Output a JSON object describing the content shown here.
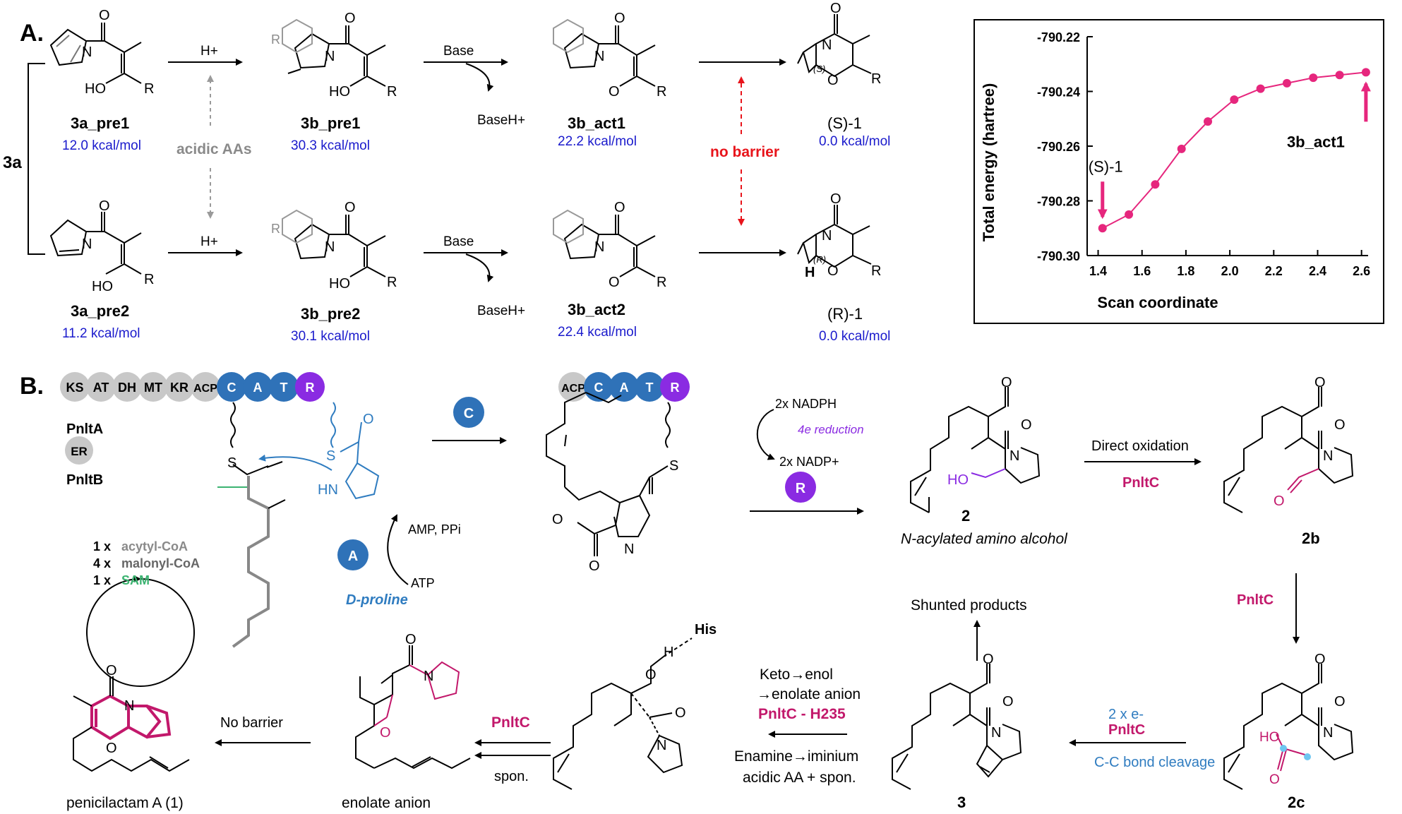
{
  "panelA": {
    "label": "A.",
    "branch_label": "3a",
    "acid_note": "acidic  AAs",
    "no_barrier": "no barrier",
    "h_plus": "H+",
    "base": "Base",
    "base_h": "BaseH+",
    "top": {
      "pre1_name": "3a_pre1",
      "pre1_energy": "12.0 kcal/mol",
      "pre1b_name": "3b_pre1",
      "pre1b_energy": "30.3 kcal/mol",
      "act_name": "3b_act1",
      "act_energy": "22.2 kcal/mol",
      "prod_name": "(S)-1",
      "prod_energy": "0.0 kcal/mol",
      "stereo": "(S)"
    },
    "bottom": {
      "pre2_name": "3a_pre2",
      "pre2_energy": "11.2 kcal/mol",
      "pre2b_name": "3b_pre2",
      "pre2b_energy": "30.1 kcal/mol",
      "act_name": "3b_act2",
      "act_energy": "22.4 kcal/mol",
      "prod_name": "(R)-1",
      "prod_energy": "0.0 kcal/mol",
      "stereo": "(R)"
    },
    "atoms": {
      "O": "O",
      "N": "N",
      "R": "R",
      "HO": "HO",
      "H": "H"
    }
  },
  "chart_data": {
    "type": "line",
    "xlabel": "Scan coordinate",
    "ylabel": "Total energy (hartree)",
    "xticks": [
      "1.4",
      "1.6",
      "1.8",
      "2.0",
      "2.2",
      "2.4",
      "2.6"
    ],
    "yticks": [
      "-790.22",
      "-790.24",
      "-790.26",
      "-790.28",
      "-790.30"
    ],
    "xlim": [
      1.35,
      2.63
    ],
    "ylim": [
      -790.3,
      -790.22
    ],
    "x": [
      1.42,
      1.54,
      1.66,
      1.78,
      1.9,
      2.02,
      2.14,
      2.26,
      2.38,
      2.5,
      2.62
    ],
    "y": [
      -790.29,
      -790.285,
      -790.274,
      -790.261,
      -790.251,
      -790.243,
      -790.239,
      -790.237,
      -790.235,
      -790.234,
      -790.233
    ],
    "annotations": [
      {
        "text": "(S)-1",
        "x": 1.42,
        "y": -790.29
      },
      {
        "text": "3b_act1",
        "x": 2.62,
        "y": -790.233
      }
    ],
    "color": "#e6267d"
  },
  "panelB": {
    "label": "B.",
    "modules_pnltA": [
      "KS",
      "AT",
      "DH",
      "MT",
      "KR",
      "ACP",
      "C",
      "A",
      "T",
      "R"
    ],
    "pnltA_label": "PnltA",
    "er": "ER",
    "pnltB_label": "PnltB",
    "modules_small": [
      "ACP",
      "C",
      "A",
      "T",
      "R"
    ],
    "cond_step": "C",
    "a_step": "A",
    "r_step": "R",
    "cycle": {
      "line1_n": "1 x",
      "line1_t": "acytyl-CoA",
      "line2_n": "4 x",
      "line2_t": "malonyl-CoA",
      "line3_n": "1 x",
      "line3_t": "SAM"
    },
    "amp": "AMP, PPi",
    "atp": "ATP",
    "dpro": "D-proline",
    "hn": "HN",
    "s": "S",
    "nadph": "2x NADPH",
    "reduction": "4e reduction",
    "nadp": "2x NADP+",
    "cmp2": "2",
    "cmp2_name": "N-acylated amino alcohol",
    "direct_ox": "Direct oxidation",
    "pnltc": "PnltC",
    "cmp2b": "2b",
    "cmp2c": "2c",
    "cmp3": "3",
    "two_e": "2 x e-",
    "cc_cleave": "C-C bond cleavage",
    "shunted": "Shunted products",
    "keto": "Keto→enol",
    "enolate_line": "→enolate anion",
    "pnltc_h235": "PnltC - H235",
    "enamine": "Enamine→iminium",
    "acidic_spon": "acidic AA + spon.",
    "his": "His",
    "spon": "spon.",
    "enolate_anion": "enolate anion",
    "no_barrier": "No barrier",
    "penicilactam": "penicilactam A (1)"
  },
  "colors": {
    "blue_energy": "#1a1acc",
    "magenta": "#c2186b",
    "red": "#e8141b",
    "module_gray": "#c8c8c8",
    "module_blue": "#2f72b8",
    "module_purple": "#8a2be2",
    "curve": "#e6267d"
  }
}
